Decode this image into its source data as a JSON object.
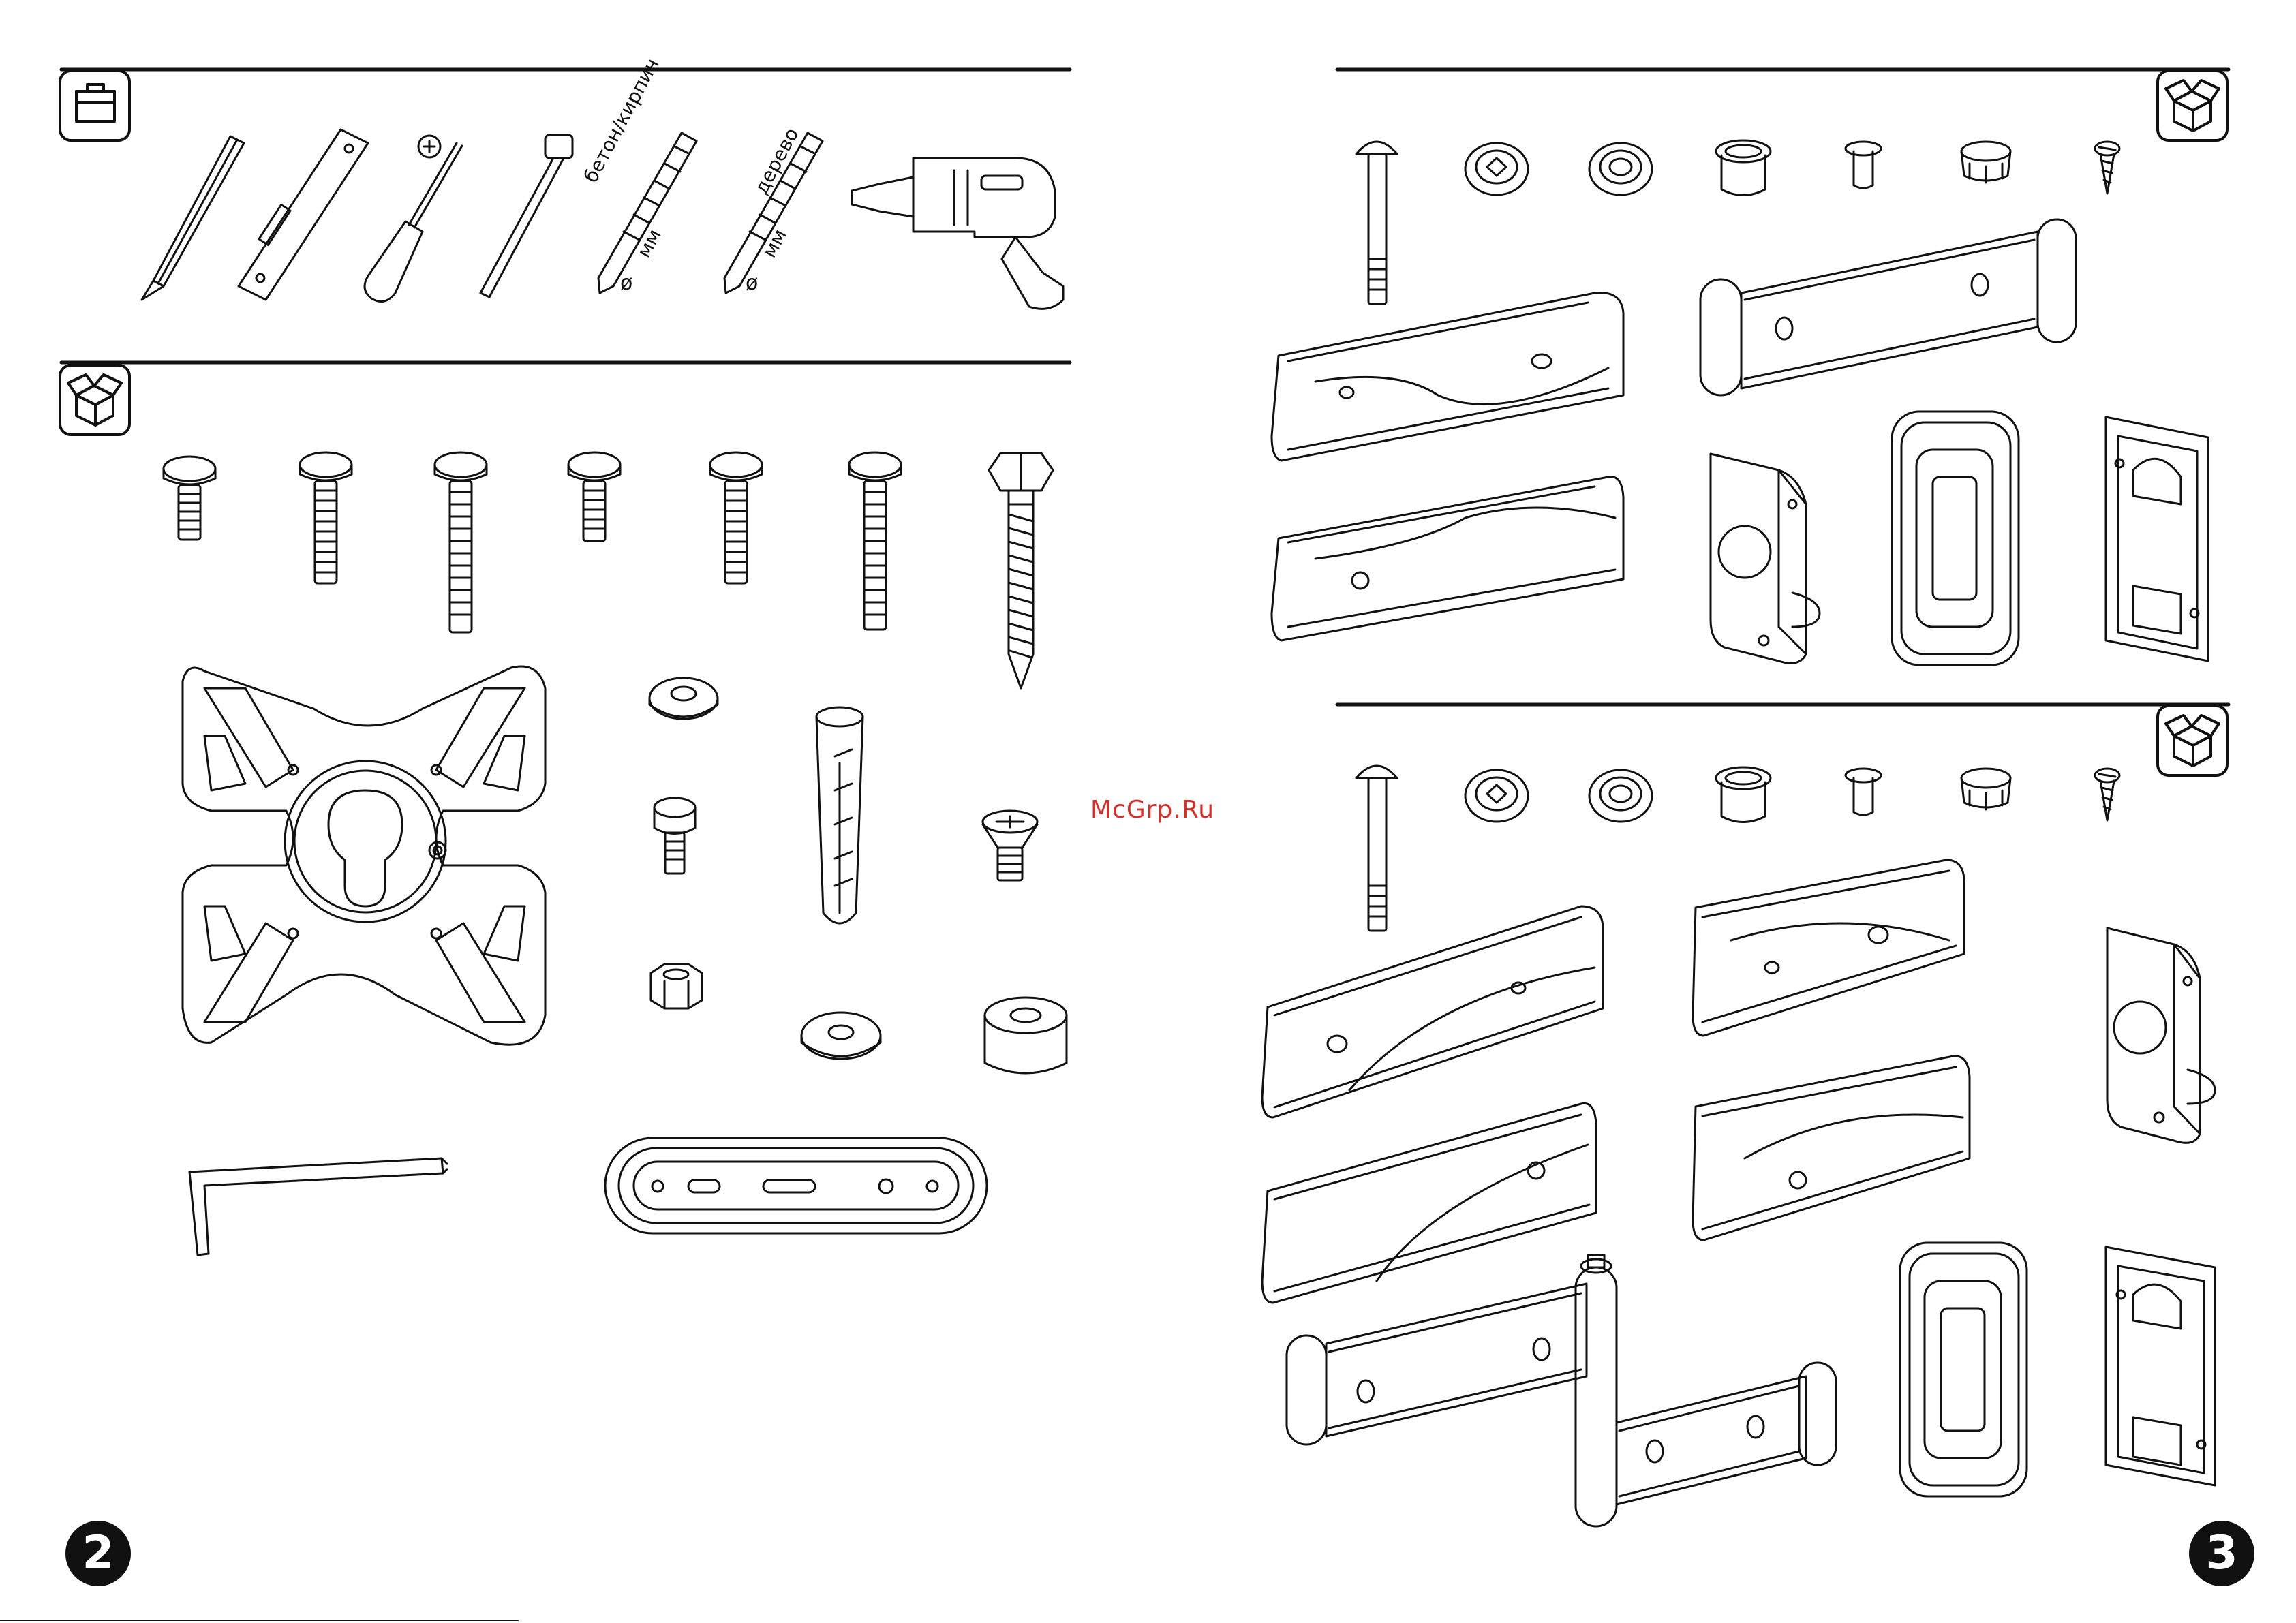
{
  "watermark": "McGrp.Ru",
  "page_numbers": {
    "left": "2",
    "right": "3"
  },
  "tools_section": {
    "icon": "toolbox-icon",
    "drill_bit_labels": [
      {
        "material": "бетон/кирпич",
        "diameter_symbol": "ø",
        "unit": "мм"
      },
      {
        "material": "дерево",
        "diameter_symbol": "ø",
        "unit": "мм"
      }
    ]
  },
  "section_icons": {
    "parts_box": "open-box-icon"
  },
  "colors": {
    "line": "#111111",
    "accent_watermark": "#d0312d"
  }
}
